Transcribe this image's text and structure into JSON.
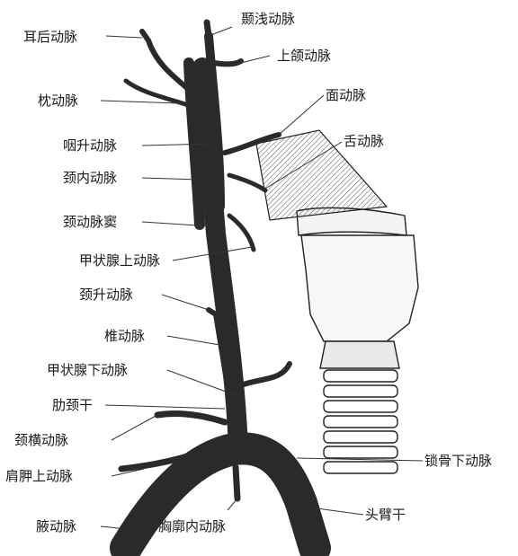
{
  "labels": {
    "posterior_auricular": "耳后动脉",
    "superficial_temporal": "颞浅动脉",
    "maxillary": "上颌动脉",
    "occipital": "枕动脉",
    "facial": "面动脉",
    "lingual": "舌动脉",
    "ascending_pharyngeal": "咽升动脉",
    "internal_carotid": "颈内动脉",
    "carotid_sinus": "颈动脉窦",
    "superior_thyroid": "甲状腺上动脉",
    "ascending_cervical": "颈升动脉",
    "vertebral": "椎动脉",
    "inferior_thyroid": "甲状腺下动脉",
    "thyrocervical_trunk": "肋颈干",
    "transverse_cervical": "颈横动脉",
    "suprascapular": "肩胛上动脉",
    "subclavian": "锁骨下动脉",
    "axillary": "腋动脉",
    "brachiocephalic_trunk": "头臂干",
    "internal_thoracic": "胸廓内动脉"
  },
  "colors": {
    "artery": "#2a2a2a",
    "outline": "#222222",
    "line": "#333333",
    "muscle": "#dcdcdc"
  }
}
